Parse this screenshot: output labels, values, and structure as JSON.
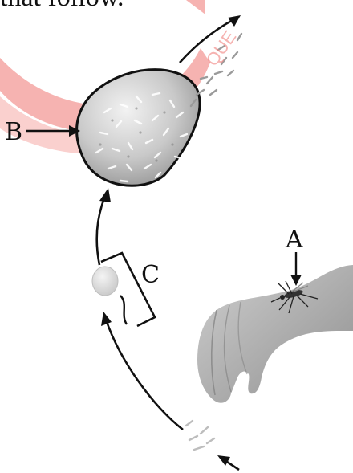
{
  "header_text": "that follow.",
  "labels": {
    "a": "A",
    "b": "B",
    "c": "C"
  },
  "watermark": {
    "text": "QUE",
    "color": "#f28b88"
  },
  "colors": {
    "line": "#111111",
    "cell_fill": "#9d9d9d",
    "skin": "#b9b9b9"
  }
}
